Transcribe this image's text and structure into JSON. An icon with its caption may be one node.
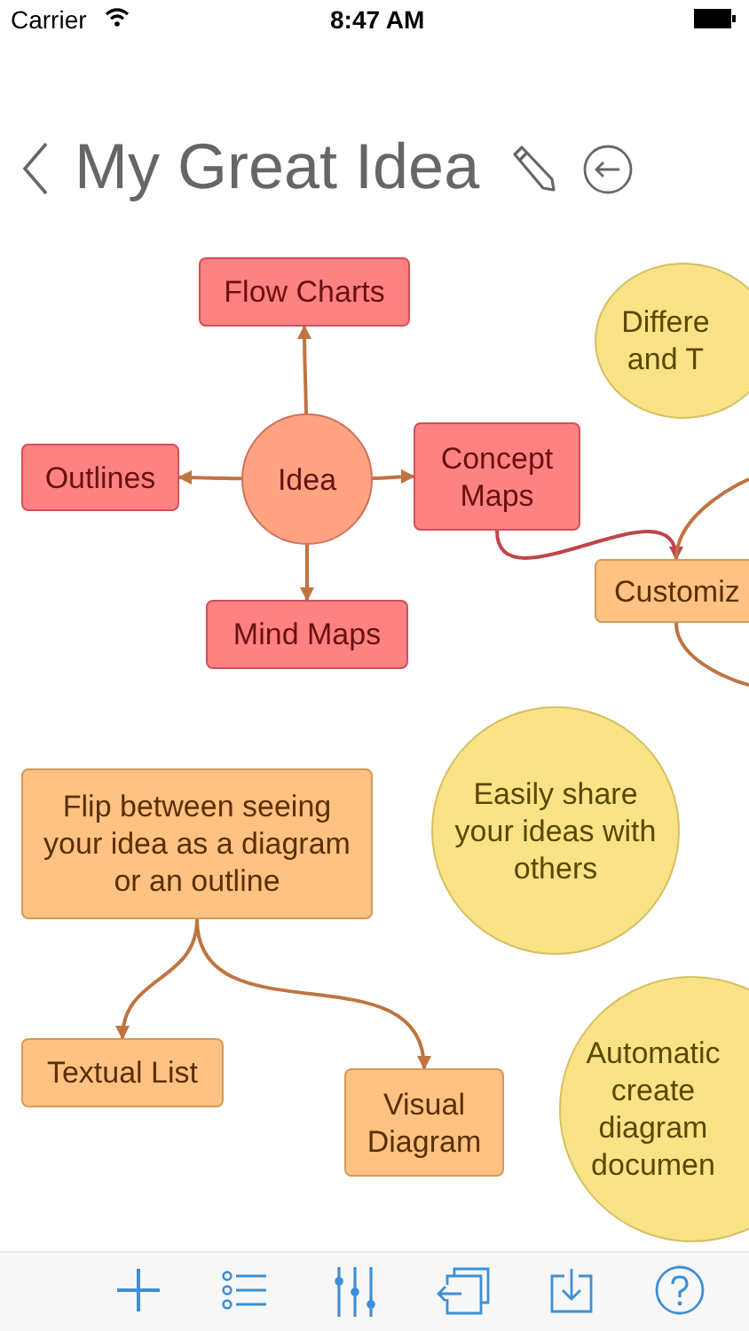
{
  "diagram": {
    "title": "My Great Idea",
    "nodes": [
      {
        "text": [
          "Idea"
        ]
      },
      {
        "text": [
          "Flow Charts"
        ]
      },
      {
        "text": [
          "Outlines"
        ]
      },
      {
        "text": [
          "Mind Maps"
        ]
      },
      {
        "text": [
          "Concept Maps"
        ]
      },
      {
        "text": [
          "Customiz"
        ]
      },
      {
        "text": [
          "Differe and T"
        ]
      },
      {
        "text": [
          "Easily share your ideas with others"
        ]
      },
      {
        "text": [
          "Flip between seeing your idea as a diagram or an outline"
        ]
      },
      {
        "text": [
          "Textual List"
        ]
      },
      {
        "text": [
          "Visual Diagram"
        ]
      },
      {
        "text": [
          "Automatic create diagram documen"
        ]
      }
    ],
    "edges": [
      {
        "from": 0,
        "to": 1,
        "arrow": "to"
      },
      {
        "from": 0,
        "to": 2,
        "arrow": "to"
      },
      {
        "from": 0,
        "to": 3,
        "arrow": "to"
      },
      {
        "from": 0,
        "to": 4,
        "arrow": "to"
      },
      {
        "from": 4,
        "to": 5,
        "arrow": "to",
        "color": "#c0444a"
      },
      {
        "from": 5,
        "to": null,
        "arrow": "none"
      },
      {
        "from": 5,
        "to": null,
        "arrow": "none"
      },
      {
        "from": 8,
        "to": 9,
        "arrow": "to"
      },
      {
        "from": 8,
        "to": 10,
        "arrow": "to"
      }
    ],
    "labels": [
      "Carrier",
      "8:47 AM"
    ]
  }
}
